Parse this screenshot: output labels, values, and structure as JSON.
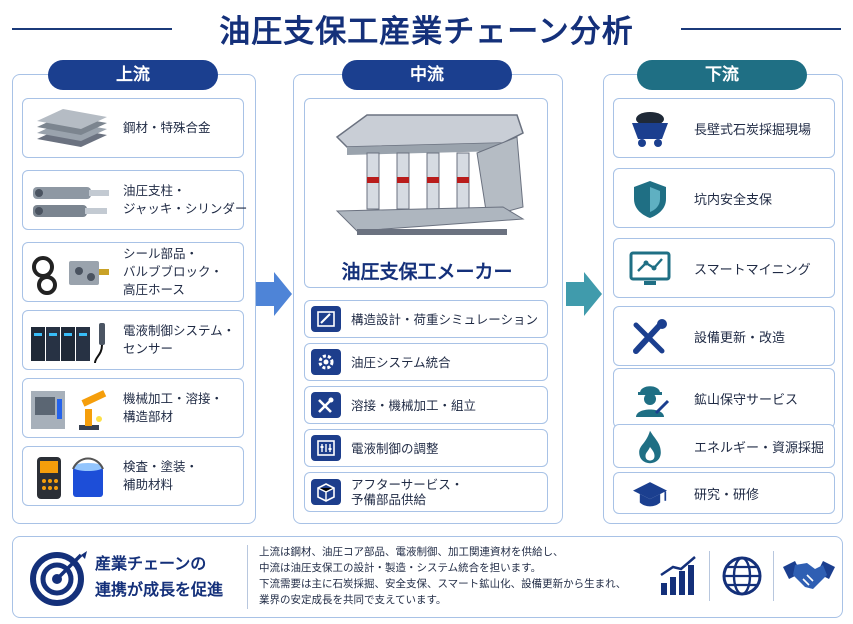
{
  "title": "油圧支保工産業チェーン分析",
  "columns": {
    "upstream": {
      "label": "上流",
      "items": [
        {
          "text": "鋼材・特殊合金",
          "icon": "steel-plates-icon"
        },
        {
          "text": "油圧支柱・\nジャッキ・シリンダー",
          "icon": "hydraulic-cylinder-icon"
        },
        {
          "text": "シール部品・\nバルブブロック・\n高圧ホース",
          "icon": "seal-valve-icon"
        },
        {
          "text": "電液制御システム・\nセンサー",
          "icon": "control-system-icon"
        },
        {
          "text": "機械加工・溶接・\n構造部材",
          "icon": "machining-robot-icon"
        },
        {
          "text": "検査・塗装・\n補助材料",
          "icon": "inspection-paint-icon"
        }
      ]
    },
    "midstream": {
      "label": "中流",
      "hero_label": "油圧支保工メーカー",
      "items": [
        {
          "text": "構造設計・荷重シミュレーション",
          "icon": "design-icon"
        },
        {
          "text": "油圧システム統合",
          "icon": "hydraulic-gear-icon"
        },
        {
          "text": "溶接・機械加工・組立",
          "icon": "tools-icon"
        },
        {
          "text": "電液制御の調整",
          "icon": "control-panel-icon"
        },
        {
          "text": "アフターサービス・\n予備部品供給",
          "icon": "package-icon"
        }
      ]
    },
    "downstream": {
      "label": "下流",
      "items": [
        {
          "text": "長壁式石炭採掘現場",
          "icon": "mine-cart-icon"
        },
        {
          "text": "坑内安全支保",
          "icon": "shield-icon"
        },
        {
          "text": "スマートマイニング",
          "icon": "monitor-network-icon"
        },
        {
          "text": "設備更新・改造",
          "icon": "wrench-screwdriver-icon"
        },
        {
          "text": "鉱山保守サービス",
          "icon": "worker-icon"
        },
        {
          "text": "エネルギー・資源採掘",
          "icon": "flame-icon"
        },
        {
          "text": "研究・研修",
          "icon": "graduation-cap-icon"
        }
      ]
    }
  },
  "footer": {
    "slogan_line1": "産業チェーンの",
    "slogan_line2": "連携が成長を促進",
    "description": [
      "上流は鋼材、油圧コア部品、電液制御、加工関連資材を供給し、",
      "中流は油圧支保工の設計・製造・システム統合を担います。",
      "下流需要は主に石炭採掘、安全支保、スマート鉱山化、設備更新から生まれ、",
      "業界の安定成長を共同で支えています。"
    ],
    "icons": [
      "growth-chart-icon",
      "globe-icon",
      "handshake-icon"
    ]
  },
  "colors": {
    "navy": "#14307a",
    "upstream_tab": "#1b3f8f",
    "midstream_tab": "#1b3f8f",
    "downstream_tab": "#1f6f84",
    "border": "#a8c2e6"
  }
}
